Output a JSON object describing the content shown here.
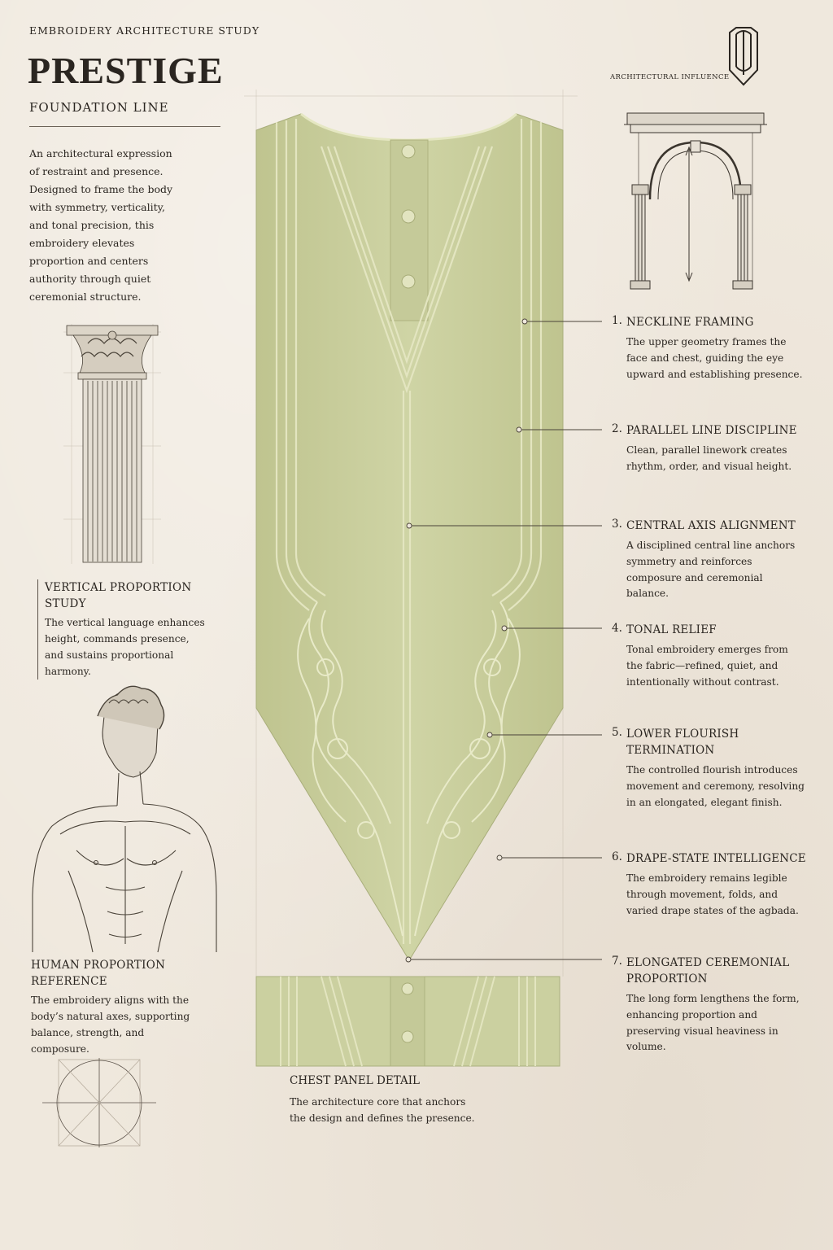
{
  "header": {
    "kicker": "EMBROIDERY ARCHITECTURE STUDY",
    "title": "PRESTIGE",
    "subtitle": "FOUNDATION LINE",
    "intro": "An architectural expression of restraint and presence. Designed to frame the body with symmetry, verticality, and tonal precision, this embroidery elevates proportion and centers authority through quiet ceremonial structure."
  },
  "architectural_influence": {
    "label": "ARCHITECTURAL INFLUENCE"
  },
  "vertical_study": {
    "heading": "VERTICAL PROPORTION STUDY",
    "body": "The vertical language enhances height, commands presence, and sustains proportional harmony."
  },
  "human_reference": {
    "heading": "HUMAN PROPORTION REFERENCE",
    "body": "The embroidery aligns with the body’s natural axes, supporting balance, strength, and composure."
  },
  "chest_panel": {
    "heading": "CHEST PANEL DETAIL",
    "body": "The architecture core that anchors the design and defines the presence."
  },
  "callouts": [
    {
      "num": "1.",
      "heading": "NECKLINE FRAMING",
      "body": "The upper geometry frames the face and chest, guiding the eye upward and establishing presence."
    },
    {
      "num": "2.",
      "heading": "PARALLEL LINE DISCIPLINE",
      "body": "Clean, parallel linework creates rhythm, order, and visual height."
    },
    {
      "num": "3.",
      "heading": "CENTRAL AXIS ALIGNMENT",
      "body": "A disciplined central line anchors symmetry and reinforces composure and ceremonial balance."
    },
    {
      "num": "4.",
      "heading": "TONAL RELIEF",
      "body": "Tonal embroidery emerges from the fabric—refined, quiet, and intentionally without contrast."
    },
    {
      "num": "5.",
      "heading": "LOWER FLOURISH TERMINATION",
      "body": "The controlled flourish introduces movement and ceremony, resolving in an elongated, elegant finish."
    },
    {
      "num": "6.",
      "heading": "DRAPE-STATE INTELLIGENCE",
      "body": "The embroidery remains legible through movement, folds, and varied drape states of the agbada."
    },
    {
      "num": "7.",
      "heading": "ELONGATED CEREMONIAL PROPORTION",
      "body": "The long form lengthens the form, enhancing proportion and preserving visual heaviness in volume."
    }
  ],
  "colors": {
    "fabric": "#ccd1a2",
    "fabric_shadow": "#b9bf8c",
    "embroidery": "#e6e8c6",
    "paper": "#efe8dd",
    "ink": "#2a2520"
  }
}
